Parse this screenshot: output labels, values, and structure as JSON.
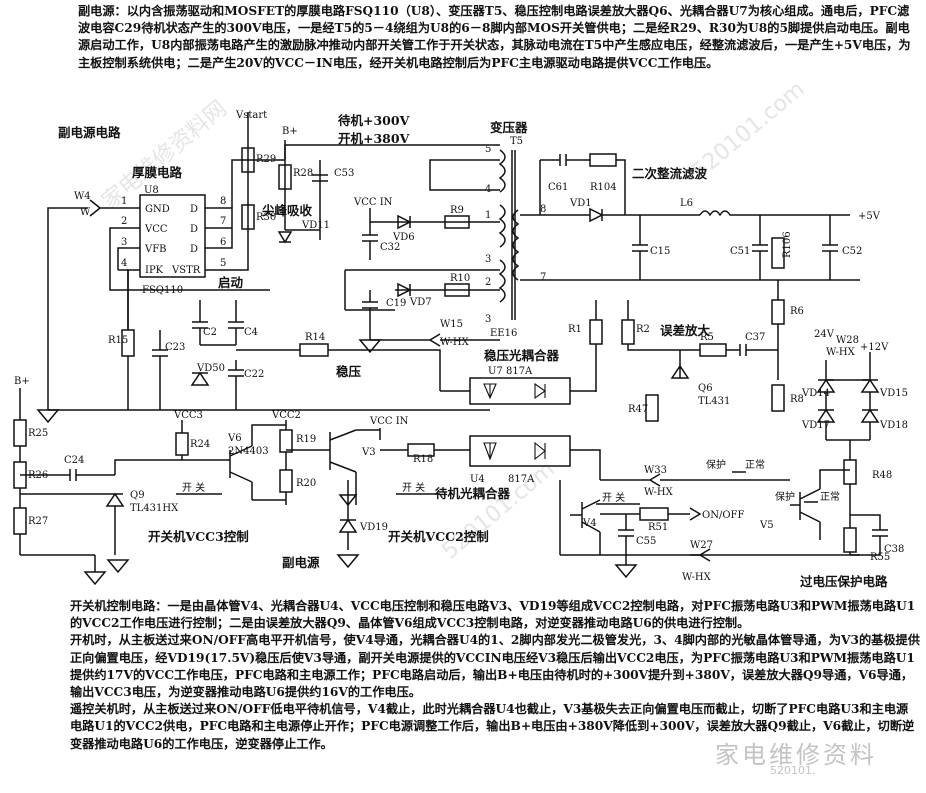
{
  "intro_text": "副电源：以内含振荡驱动和MOSFET的厚膜电路FSQ110（U8）、变压器T5、稳压控制电路误差放大器Q6、光耦合器U7为核心组成。通电后，PFC滤波电容C29待机状态产生的300V电压，一是经T5的5－4绕组为U8的6－8脚内部MOS开关管供电；二是经R29、R30为U8的5脚提供启动电压。副电源启动工作，U8内部振荡电路产生的激励脉冲推动内部开关管工作于开关状态，其脉动电流在T5中产生感应电压，经整流滤波后，一是产生+5V电压，为主板控制系统供电；二是产生20V的VCC－IN电压，经开关机电路控制后为PFC主电源驱动电路提供VCC工作电压。",
  "bottom_paragraphs": [
    "开关机控制电路：一是由晶体管V4、光耦合器U4、VCC电压控制和稳压电路V3、VD19等组成VCC2控制电路，对PFC振荡电路U3和PWM振荡电路U1的VCC2工作电压进行控制；二是由误差放大器Q9、晶体管V6组成VCC3控制电路，对逆变器推动电路U6的供电进行控制。",
    "开机时，从主板送过来ON/OFF高电平开机信号，使V4导通，光耦合器U4的1、2脚内部发光二极管发光，3、4脚内部的光敏晶体管导通，为V3的基极提供正向偏置电压，经VD19(17.5V)稳压后使V3导通，副开关电源提供的VCCIN电压经V3稳压后输出VCC2电压，为PFC振荡电路U3和PWM振荡电路U1提供约17V的VCC工作电压，PFC电路和主电源工作；PFC电路启动后，输出B+电压由待机时的+300V提升到+380V，误差放大器Q9导通，V6导通，输出VCC3电压，为逆变器推动电路U6提供约16V的工作电压。",
    "遥控关机时，从主板送过来ON/OFF低电平待机信号，V4截止，此时光耦合器U4也截止，V3基极失去正向偏置电压而截止，切断了PFC电路U3和主电源电路U1的VCC2供电，PFC电路和主电源停止开作；PFC电源调整工作后，输出B+电压由+380V降低到+300V，误差放大器Q9截止，V6截止，切断逆变器推动电路U6的工作电压，逆变器停止工作。"
  ],
  "captions": {
    "sub_power_circuit": "副电源电路",
    "thick_film": "厚膜电路",
    "standby_300": "待机+300V",
    "on_380": "开机+380V",
    "transformer": "变压器",
    "rectifier_filter": "二次整流滤波",
    "spike_absorb": "尖峰吸收",
    "startup": "启动",
    "regulate": "稳压",
    "reg_optocoupler": "稳压光耦合器",
    "error_amp": "误差放大",
    "standby_optocoupler": "待机光耦合器",
    "vcc3_control": "开关机VCC3控制",
    "vcc2_control": "开关机VCC2控制",
    "sub_power": "副电源",
    "overvoltage": "过电压保护电路",
    "protect": "保护",
    "normal": "正常",
    "switch": "开 关"
  },
  "pins": {
    "gnd": "GND",
    "vcc": "VCC",
    "vfb": "VFB",
    "ipk": "IPK",
    "vstr": "VSTR",
    "d": "D",
    "chip": "FSQ110",
    "u8": "U8"
  },
  "labels": {
    "vstart": "Vstart",
    "bplus": "B+",
    "vcc_in": "VCC IN",
    "plus5": "+5V",
    "plus12": "+12V",
    "v24": "24V",
    "w28": "W28",
    "whx": "W-HX",
    "w4": "W4",
    "w": "W",
    "w15": "W15",
    "w33": "W33",
    "w27": "W27",
    "t5": "T5",
    "ee16": "EE16",
    "u7": "U7 817A",
    "u4": "U4",
    "u4p": "817A",
    "q6": "Q6",
    "tl431": "TL431",
    "q9": "Q9",
    "tl431hx": "TL431HX",
    "v6": "V6",
    "n4403": "2N4403",
    "v3": "V3",
    "v4": "V4",
    "v5": "V5",
    "onoff": "ON/OFF",
    "vcc3": "VCC3",
    "vcc2": "VCC2",
    "r29": "R29",
    "r30": "R30",
    "r28": "R28",
    "c53": "C53",
    "vd11": "VD11",
    "vd6": "VD6",
    "r9": "R9",
    "c32": "C32",
    "r10": "R10",
    "vd7": "VD7",
    "c19": "C19",
    "c61": "C61",
    "r104": "R104",
    "vd1": "VD1",
    "l6": "L6",
    "c15": "C15",
    "c51": "C51",
    "r106": "R106",
    "c52": "C52",
    "r15": "R15",
    "c2": "C2",
    "c4": "C4",
    "c23": "C23",
    "vd50": "VD50",
    "c22": "C22",
    "r14": "R14",
    "r1": "R1",
    "r2": "R2",
    "r6": "R6",
    "r5": "R5",
    "c37": "C37",
    "r8": "R8",
    "r47": "R47",
    "r25": "R25",
    "r26": "R26",
    "r27": "R27",
    "c24": "C24",
    "r24": "R24",
    "r19": "R19",
    "r20": "R20",
    "r18": "R18",
    "vd19": "VD19",
    "r51": "R51",
    "c55": "C55",
    "vd14": "VD14",
    "vd15": "VD15",
    "vd17": "VD17",
    "vd18": "VD18",
    "r48": "R48",
    "r55": "R55",
    "c38": "C38",
    "n1": "1",
    "n2": "2",
    "n3": "3",
    "n4": "4",
    "n5": "5",
    "n6": "6",
    "n7": "7",
    "n8": "8"
  },
  "watermark": {
    "brand": "家电维修资料网",
    "url": "520101.com",
    "site": "家电维修资料",
    "tile": "520101."
  }
}
